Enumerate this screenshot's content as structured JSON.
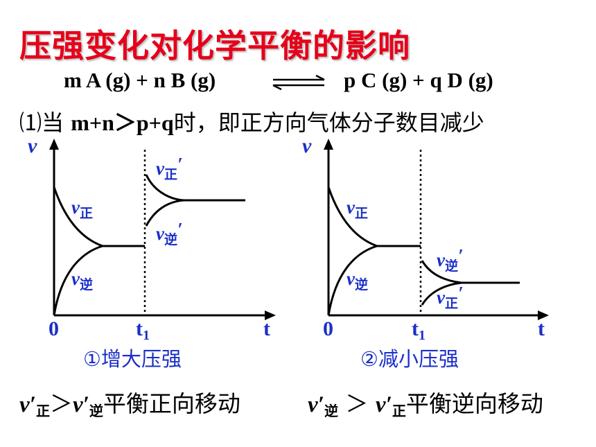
{
  "title": "压强变化对化学平衡的影响",
  "equation": {
    "left": "m A (g)  + n B (g)",
    "right": "p C (g)  + q D (g)",
    "arrow_icon": "reversible-arrow-icon"
  },
  "condition": {
    "prefix": "⑴当 ",
    "inequality": "m+n＞p+q",
    "suffix": "时，即正方向气体分子数目减少"
  },
  "graphs": [
    {
      "caption": "①增大压强",
      "y_axis": "v",
      "x_axis": "t",
      "origin": "0",
      "t1": "t",
      "t1_sub": "1",
      "v_forward": {
        "v": "v",
        "sub": "正"
      },
      "v_reverse": {
        "v": "v",
        "sub": "逆"
      },
      "v_forward_prime": {
        "v": "v",
        "sub": "正",
        "prime": "′"
      },
      "v_reverse_prime": {
        "v": "v",
        "sub": "逆",
        "prime": "′"
      }
    },
    {
      "caption": "②减小压强",
      "y_axis": "v",
      "x_axis": "t",
      "origin": "0",
      "t1": "t",
      "t1_sub": "1",
      "v_forward": {
        "v": "v",
        "sub": "正"
      },
      "v_reverse": {
        "v": "v",
        "sub": "逆"
      },
      "v_forward_prime": {
        "v": "v",
        "sub": "正",
        "prime": "′"
      },
      "v_reverse_prime": {
        "v": "v",
        "sub": "逆",
        "prime": "′"
      }
    }
  ],
  "conclusions": [
    {
      "v1": "v′",
      "sub1": "正",
      "gt": "＞",
      "v2": "v′",
      "sub2": "逆",
      "text": "平衡正向移动"
    },
    {
      "v1": "v′",
      "sub1": "逆",
      "gt": " ＞ ",
      "v2": "v′",
      "sub2": "正",
      "text": "平衡逆向移动"
    }
  ],
  "colors": {
    "title": "#e6001a",
    "labels": "#1a2fc9",
    "curves": "#000000"
  }
}
